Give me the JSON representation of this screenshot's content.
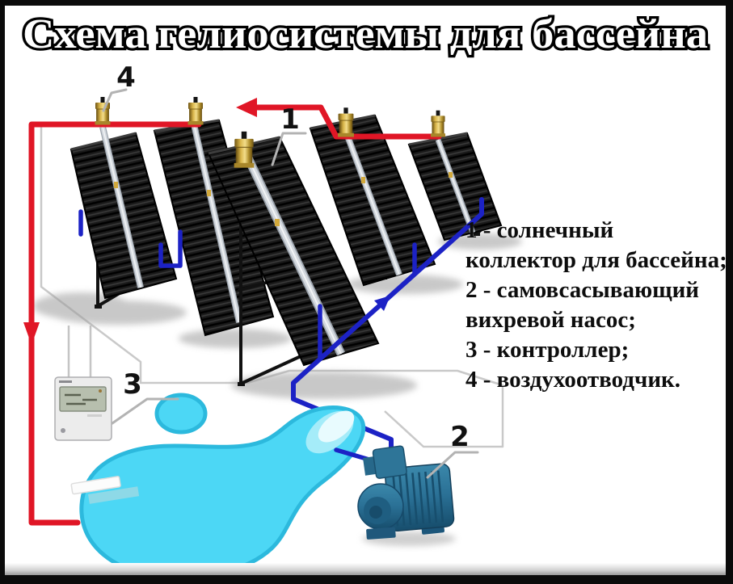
{
  "title": "Схема гелиосистемы для бассейна",
  "legend": {
    "items": [
      {
        "text": "1 - солнечный коллектор для бассейна;"
      },
      {
        "text": "2 - самовсасывающий вихревой насос;"
      },
      {
        "text": "3 - контроллер;"
      },
      {
        "text": "4 - воздухоотводчик."
      }
    ]
  },
  "callouts": {
    "collector": "1",
    "pump": "2",
    "controller": "3",
    "air_vent": "4"
  },
  "colors": {
    "hot_pipe": "#e01626",
    "cold_pipe": "#1c22c5",
    "pool_fill": "#4cd7f5",
    "pool_edge": "#2cb9dd",
    "pump_body": "#2a7095",
    "brass_valve": "#c9a43b",
    "collector_panel": "#161616"
  }
}
